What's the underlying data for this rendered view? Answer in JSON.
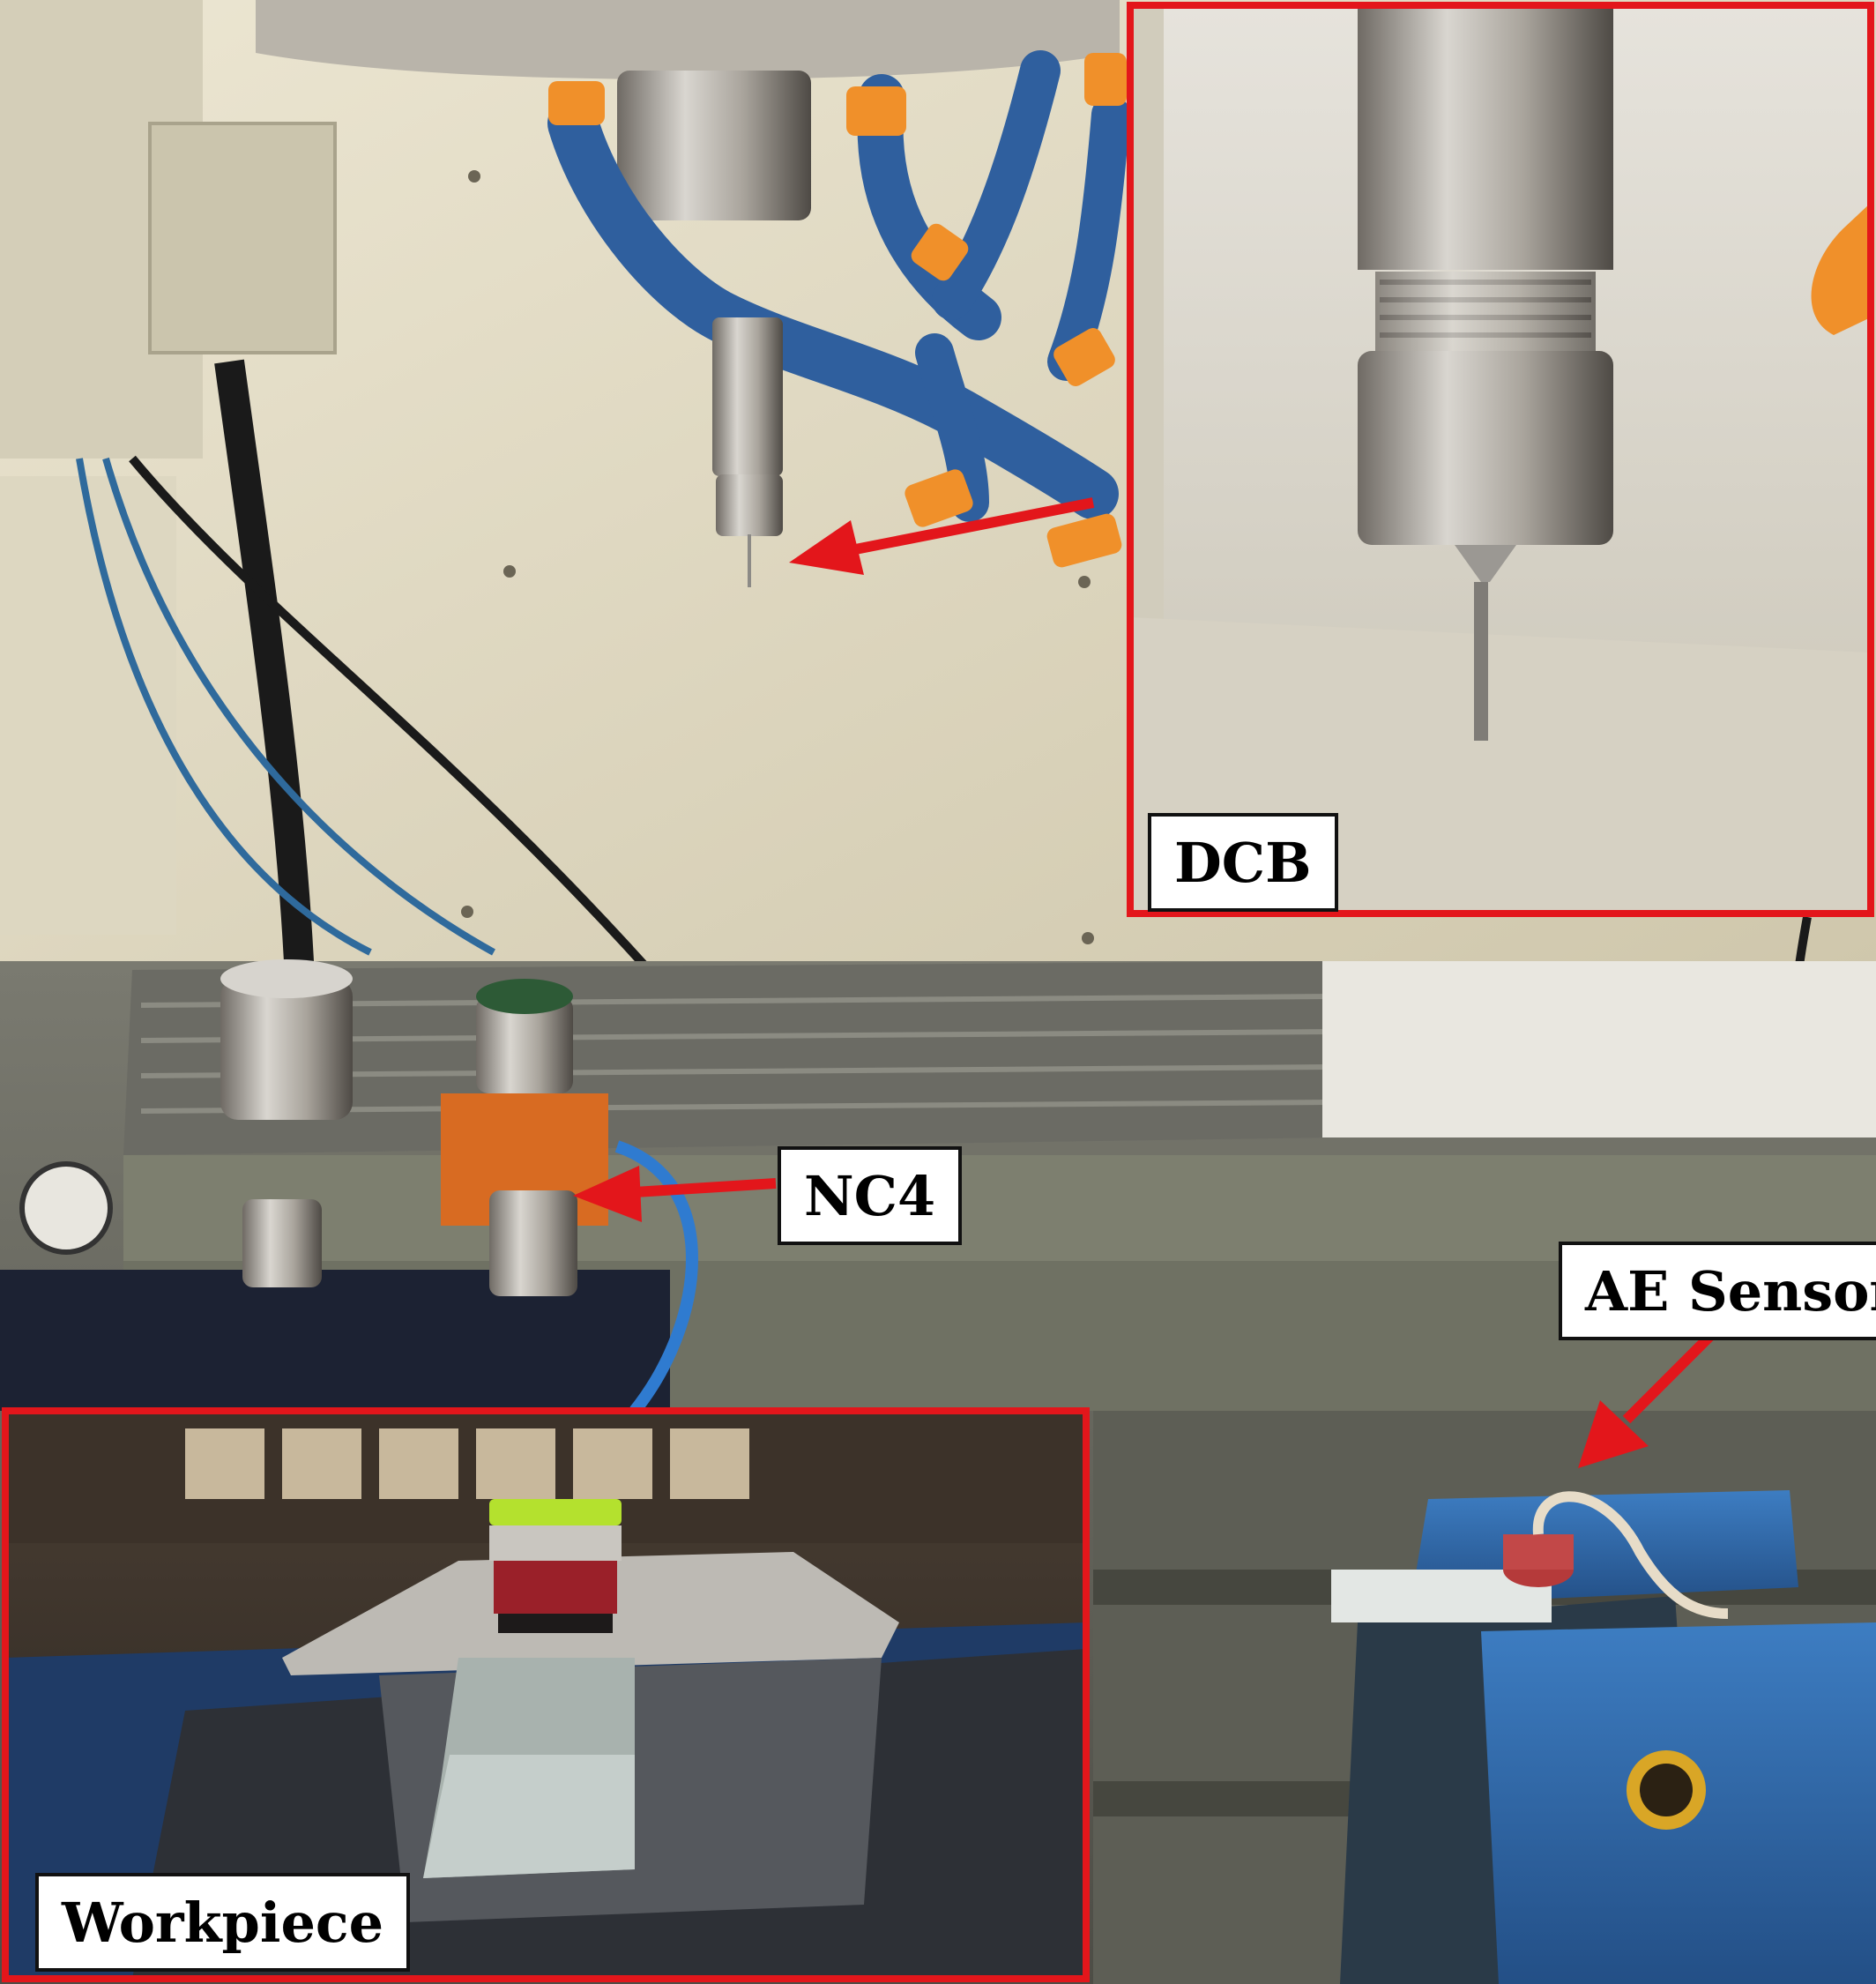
{
  "figure": {
    "labels": {
      "dcb": "DCB",
      "nc4": "NC4",
      "ae_sensor": "AE Sensor",
      "workpiece": "Workpiece"
    },
    "colors": {
      "inset_border": "#e3161b",
      "arrow": "#e3161b",
      "coolant_hose": "#2f5f9e",
      "hose_nozzle": "#f0902a",
      "vise": "#2f6fb5",
      "machine_wall": "#e5dfc9"
    },
    "icons": [
      "arrow-to-tool",
      "arrow-to-nc4",
      "arrow-to-ae-sensor"
    ]
  }
}
